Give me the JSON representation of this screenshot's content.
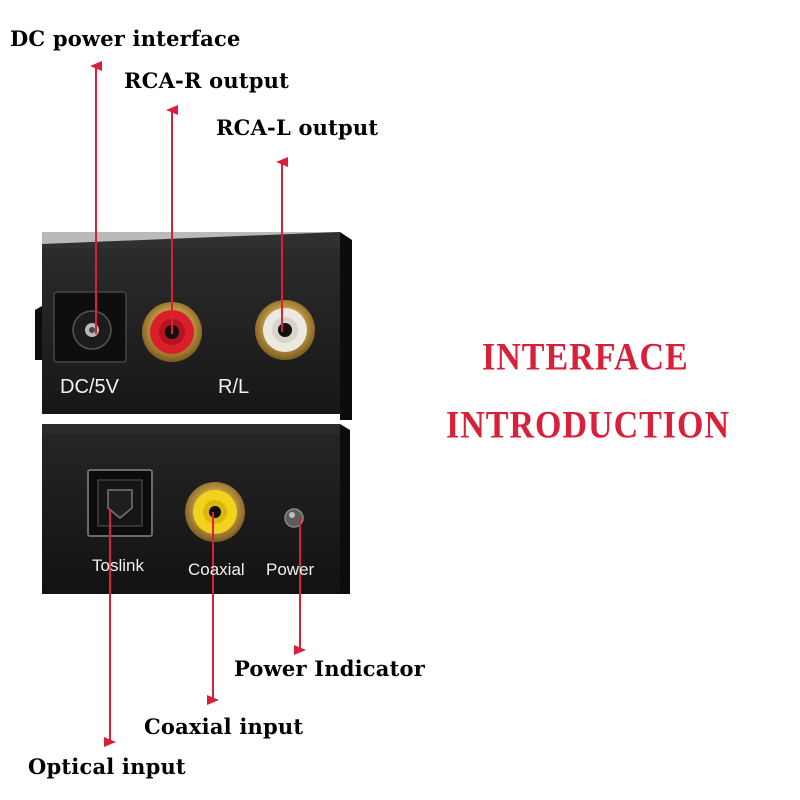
{
  "callouts": {
    "dc_power": "DC power interface",
    "rca_r": "RCA-R output",
    "rca_l": "RCA-L output",
    "power_indicator": "Power Indicator",
    "coaxial_input": "Coaxial input",
    "optical_input": "Optical input"
  },
  "heading": {
    "line1": "INTERFACE",
    "line2": "INTRODUCTION"
  },
  "device_labels": {
    "dc": "DC/5V",
    "rl": "R/L",
    "toslink": "Toslink",
    "coaxial": "Coaxial",
    "power": "Power"
  },
  "colors": {
    "arrow": "#d8203a",
    "heading": "#d8203a",
    "rca_red": "#d81f2a",
    "rca_white": "#ece9e1",
    "rca_yellow": "#f2d21c",
    "gold": "#c9a14a",
    "device_body": "#1f1f1f"
  }
}
